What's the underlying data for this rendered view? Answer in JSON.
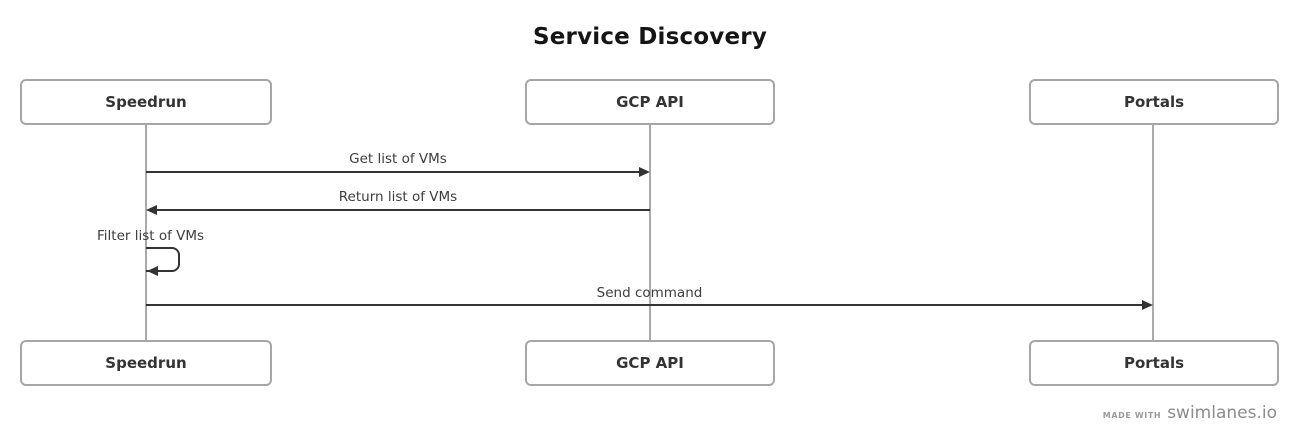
{
  "title": "Service Discovery",
  "actors": [
    {
      "label": "Speedrun"
    },
    {
      "label": "GCP API"
    },
    {
      "label": "Portals"
    }
  ],
  "messages": [
    {
      "label": "Get list of VMs",
      "from": "Speedrun",
      "to": "GCP API",
      "arrow": "solid-right"
    },
    {
      "label": "Return list of VMs",
      "from": "GCP API",
      "to": "Speedrun",
      "arrow": "solid-left"
    },
    {
      "label": "Filter list of VMs",
      "from": "Speedrun",
      "to": "Speedrun",
      "arrow": "self-loop"
    },
    {
      "label": "Send command",
      "from": "Speedrun",
      "to": "Portals",
      "arrow": "solid-right"
    }
  ],
  "footer": {
    "made_with_label": "MADE WITH",
    "brand": "swimlanes.io"
  },
  "colors": {
    "title_text": "#151515",
    "actor_border": "#a6a6a6",
    "actor_text": "#333333",
    "lifeline": "#aaaaaa",
    "arrow": "#333333",
    "message_text": "#3d3d3d",
    "footer_text": "#8c8c8c",
    "background": "#ffffff"
  }
}
